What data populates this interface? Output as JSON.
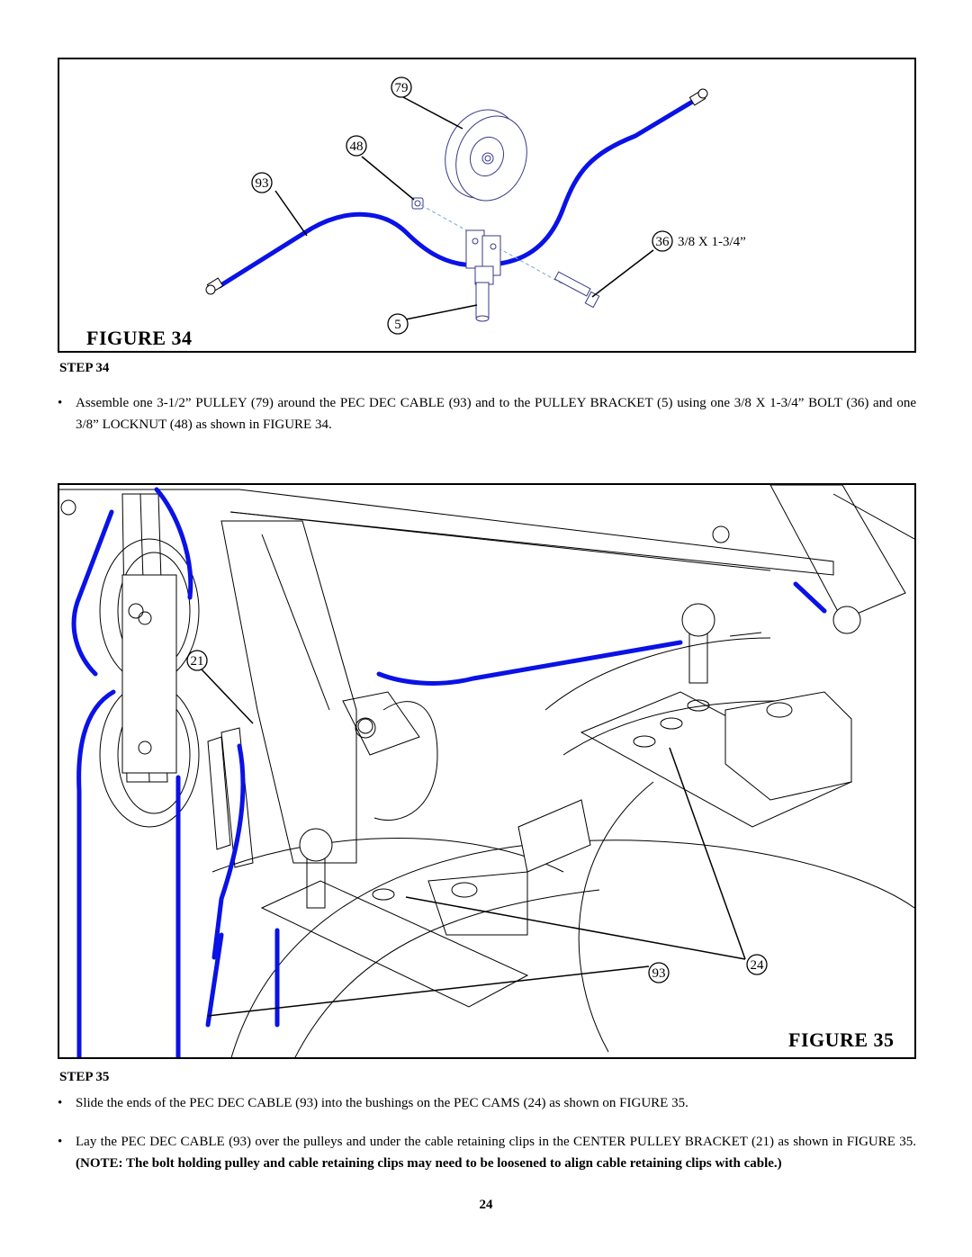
{
  "figure34": {
    "title": "FIGURE 34",
    "callouts": {
      "pulley": "79",
      "locknut": "48",
      "cable": "93",
      "bolt": "36",
      "bolt_size": "3/8 X 1-3/4”",
      "bracket": "5"
    }
  },
  "step34": {
    "heading": "STEP 34",
    "bullets": [
      "Assemble one 3-1/2” PULLEY (79) around the PEC DEC CABLE (93) and to the PULLEY BRACKET (5) using one 3/8 X 1-3/4” BOLT (36) and one 3/8” LOCKNUT (48) as shown in FIGURE 34."
    ]
  },
  "figure35": {
    "title": "FIGURE 35",
    "callouts": {
      "center_bracket": "21",
      "cable": "93",
      "cams": "24"
    }
  },
  "step35": {
    "heading": "STEP 35",
    "bullet1": "Slide the ends of the PEC DEC CABLE (93) into the bushings on the PEC CAMS (24) as shown on FIGURE 35.",
    "bullet2_text": "Lay the PEC DEC CABLE (93) over the pulleys and under the cable retaining clips  in the CENTER PULLEY BRACKET (21) as shown in FIGURE 35. ",
    "bullet2_note": "(NOTE: The bolt holding pulley and cable retaining clips may need to be loosened to align cable retaining clips with cable.)"
  },
  "page_number": "24",
  "colors": {
    "cable": "#0a12e6",
    "line": "#000000"
  }
}
